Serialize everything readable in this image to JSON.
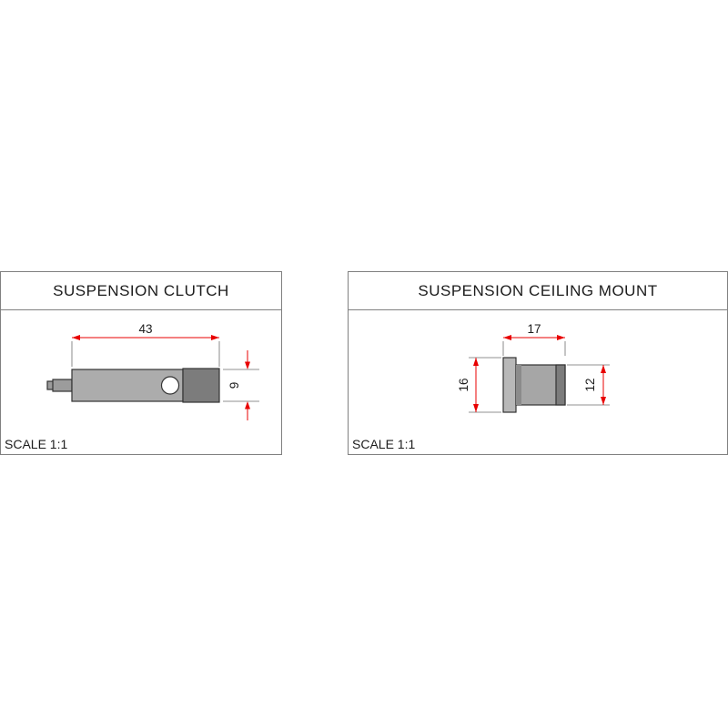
{
  "drawing": {
    "panels": [
      {
        "title": "SUSPENSION CLUTCH",
        "scale": "SCALE 1:1",
        "dims": {
          "length": "43",
          "height": "9"
        }
      },
      {
        "title": "SUSPENSION CEILING MOUNT",
        "scale": "SCALE 1:1",
        "dims": {
          "width": "17",
          "flange": "16",
          "body": "12"
        }
      }
    ],
    "colors": {
      "dimension_red": "#e80000",
      "outline": "#333333",
      "part_fill_light": "#b5b5b5",
      "part_fill_mid": "#a8a8a8",
      "part_fill_dark": "#7c7c7c",
      "frame_gray": "#808080"
    }
  }
}
